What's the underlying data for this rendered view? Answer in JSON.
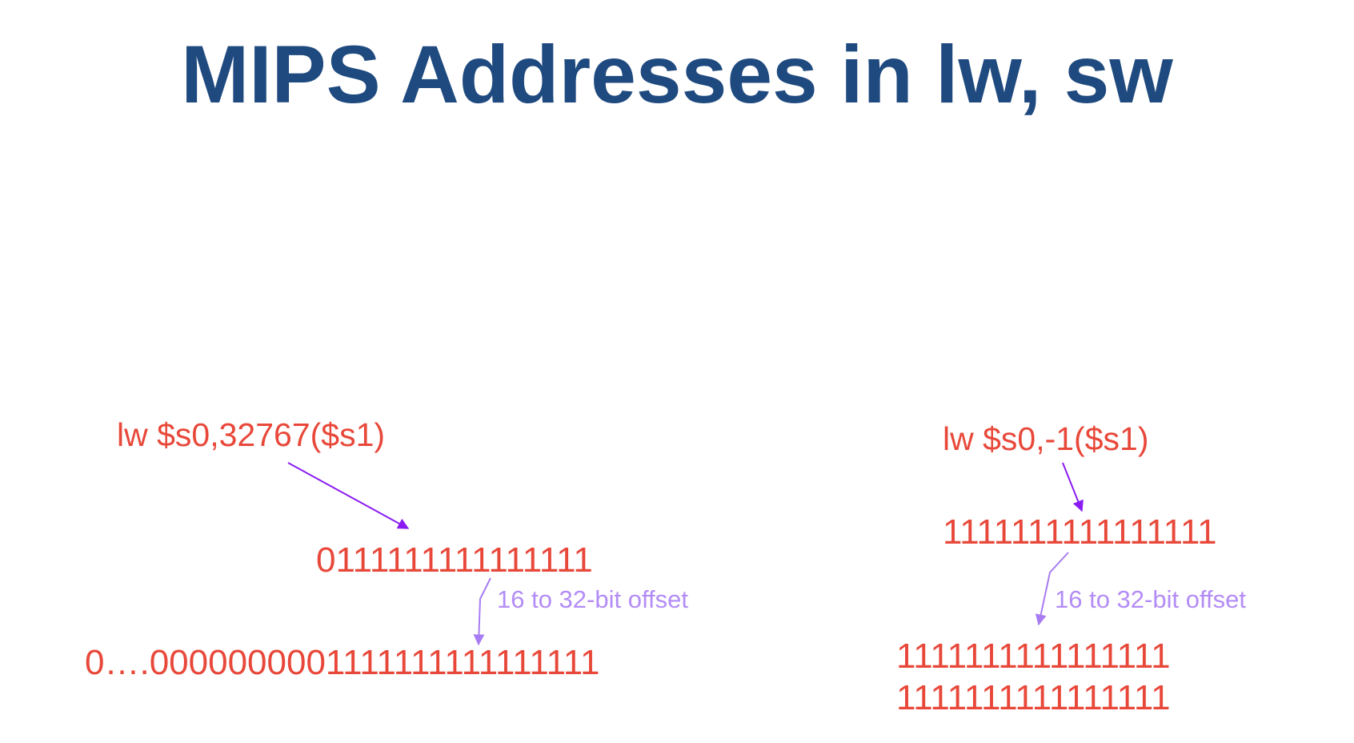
{
  "title": "MIPS Addresses in lw, sw",
  "left_example": {
    "instruction": "lw $s0,32767($s1)",
    "offset_16bit": "0111111111111111",
    "label": "16 to 32-bit offset",
    "offset_32bit": "0….0000000001111111111111111"
  },
  "right_example": {
    "instruction": "lw $s0,-1($s1)",
    "offset_16bit": "1111111111111111",
    "label": "16 to 32-bit offset",
    "offset_32bit_line1": "1111111111111111",
    "offset_32bit_line2": "1111111111111111"
  },
  "colors": {
    "title": "#1F4A7F",
    "code_text": "#E8483A",
    "label_text": "#B38CF6",
    "arrow_dark": "#8A1BF2",
    "arrow_light": "#A87CF2"
  }
}
